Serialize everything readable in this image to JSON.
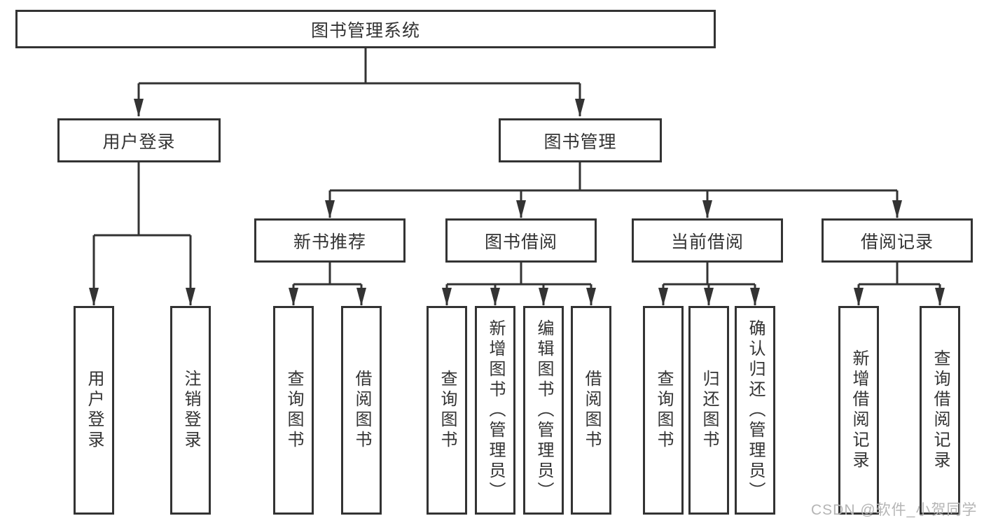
{
  "title": "图书管理系统",
  "user_login": {
    "label": "用户登录",
    "children": [
      "用户登录",
      "注销登录"
    ]
  },
  "book_mgmt": {
    "label": "图书管理",
    "new_books": {
      "label": "新书推荐",
      "children": [
        "查询图书",
        "借阅图书"
      ]
    },
    "book_borrow": {
      "label": "图书借阅",
      "children": [
        "查询图书",
        "新增图书（管理员）",
        "编辑图书（管理员）",
        "借阅图书"
      ]
    },
    "current_borrow": {
      "label": "当前借阅",
      "children": [
        "查询图书",
        "归还图书",
        "确认归还（管理员）"
      ]
    },
    "borrow_records": {
      "label": "借阅记录",
      "children": [
        "新增借阅记录",
        "查询借阅记录"
      ]
    }
  },
  "watermark": "CSDN @软件_小贺同学",
  "colors": {
    "line": "#333333",
    "text": "#333333",
    "watermark": "#b5b5b5",
    "background": "#ffffff"
  }
}
